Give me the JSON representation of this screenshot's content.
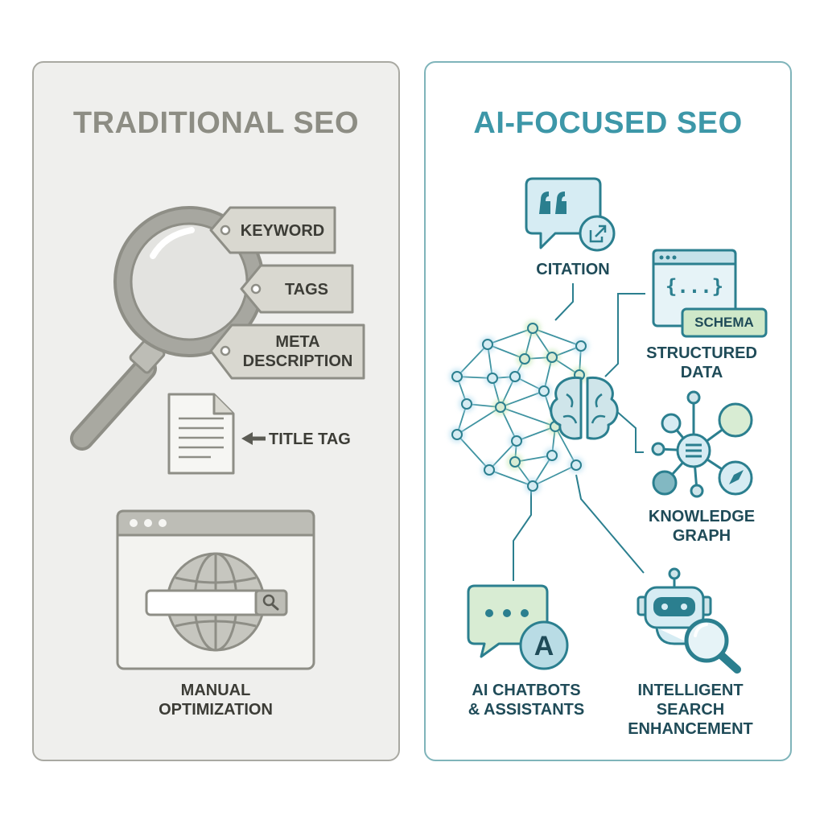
{
  "traditional": {
    "title": "TRADITIONAL SEO",
    "tags": {
      "keyword": "KEYWORD",
      "tags": "TAGS",
      "meta_line1": "META",
      "meta_line2": "DESCRIPTION"
    },
    "title_tag": "TITLE TAG",
    "manual_line1": "MANUAL",
    "manual_line2": "OPTIMIZATION"
  },
  "ai": {
    "title": "AI-FOCUSED SEO",
    "citation": "CITATION",
    "schema": "SCHEMA",
    "schema_code": "{...}",
    "structured_line1": "STRUCTURED",
    "structured_line2": "DATA",
    "knowledge_line1": "KNOWLEDGE",
    "knowledge_line2": "GRAPH",
    "chat_letter": "A",
    "chatbots_line1": "AI CHATBOTS",
    "chatbots_line2": "& ASSISTANTS",
    "intelligent_line1": "INTELLIGENT",
    "intelligent_line2": "SEARCH",
    "intelligent_line3": "ENHANCEMENT"
  },
  "colors": {
    "grey_fill": "#d3d3cc",
    "grey_stroke": "#8e8e86",
    "teal_stroke": "#2b7f8f",
    "teal_fill": "#d6ecf3",
    "green_fill": "#d8ecd3"
  }
}
